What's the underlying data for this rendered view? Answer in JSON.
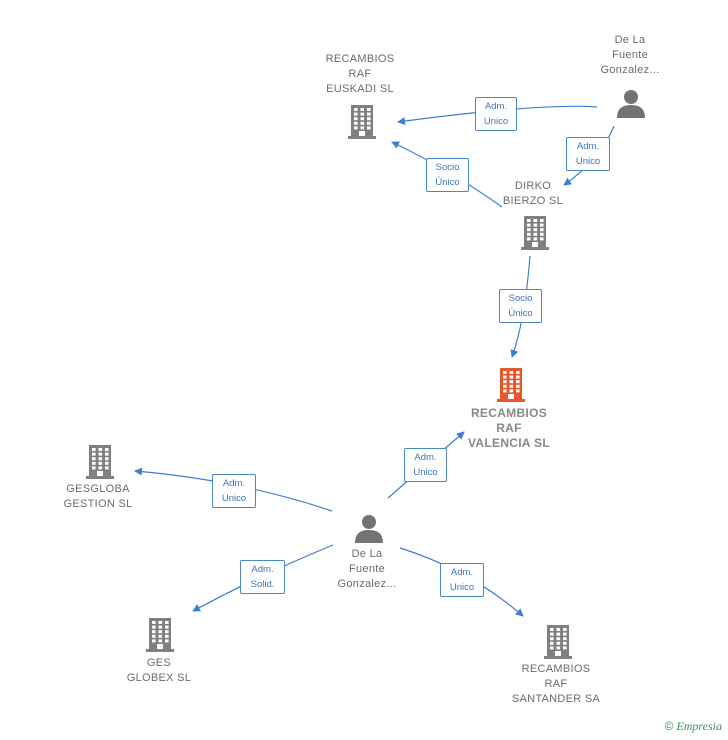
{
  "colors": {
    "edge": "#3d7fcf",
    "building": "#808080",
    "building_main": "#e8562a",
    "person": "#737373"
  },
  "nodes": [
    {
      "id": "recambios-raf-euskadi",
      "kind": "company",
      "lines": [
        "RECAMBIOS",
        "RAF",
        "EUSKADI  SL"
      ]
    },
    {
      "id": "de-la-fuente-top",
      "kind": "person",
      "lines": [
        "De La",
        "Fuente",
        "Gonzalez..."
      ]
    },
    {
      "id": "dirko-bierzo",
      "kind": "company",
      "lines": [
        "DIRKO",
        "BIERZO SL"
      ]
    },
    {
      "id": "recambios-raf-valencia",
      "kind": "company-main",
      "lines": [
        "RECAMBIOS",
        "RAF",
        "VALENCIA  SL"
      ]
    },
    {
      "id": "gesgloba-gestion",
      "kind": "company",
      "lines": [
        "GESGLOBA",
        "GESTION  SL"
      ]
    },
    {
      "id": "de-la-fuente-center",
      "kind": "person",
      "lines": [
        "De La",
        "Fuente",
        "Gonzalez..."
      ]
    },
    {
      "id": "ges-globex",
      "kind": "company",
      "lines": [
        "GES",
        "GLOBEX  SL"
      ]
    },
    {
      "id": "recambios-raf-santander",
      "kind": "company",
      "lines": [
        "RECAMBIOS",
        "RAF",
        "SANTANDER SA"
      ]
    }
  ],
  "edges": [
    {
      "id": "e1",
      "lines": [
        "Adm.",
        "Unico"
      ]
    },
    {
      "id": "e2",
      "lines": [
        "Adm.",
        "Unico"
      ]
    },
    {
      "id": "e3",
      "lines": [
        "Socio",
        "Único"
      ]
    },
    {
      "id": "e4",
      "lines": [
        "Socio",
        "Único"
      ]
    },
    {
      "id": "e5",
      "lines": [
        "Adm.",
        "Unico"
      ]
    },
    {
      "id": "e6",
      "lines": [
        "Adm.",
        "Unico"
      ]
    },
    {
      "id": "e7",
      "lines": [
        "Adm.",
        "Solid."
      ]
    },
    {
      "id": "e8",
      "lines": [
        "Adm.",
        "Unico"
      ]
    }
  ],
  "brand": {
    "copyright": "©",
    "name": "Empresia"
  }
}
